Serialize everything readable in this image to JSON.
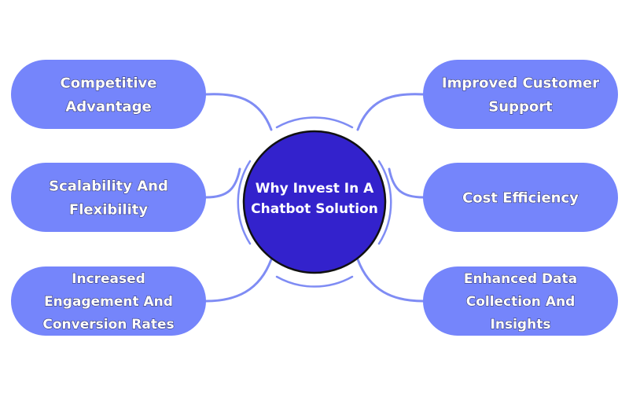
{
  "colors": {
    "pill_fill": "#7585fb",
    "connector": "#7f8cf4",
    "center_fill": "#3322cc",
    "center_outline": "#111111",
    "text": "#ffffff"
  },
  "center": {
    "line1": "Why Invest In A",
    "line2": "Chatbot Solution"
  },
  "left_nodes": [
    {
      "lines": [
        "Competitive",
        "Advantage"
      ]
    },
    {
      "lines": [
        "Scalability And",
        "Flexibility"
      ]
    },
    {
      "lines": [
        "Increased",
        "Engagement And",
        "Conversion Rates"
      ]
    }
  ],
  "right_nodes": [
    {
      "lines": [
        "Improved Customer",
        "Support"
      ]
    },
    {
      "lines": [
        "Cost Efficiency"
      ]
    },
    {
      "lines": [
        "Enhanced Data",
        "Collection And",
        "Insights"
      ]
    }
  ]
}
